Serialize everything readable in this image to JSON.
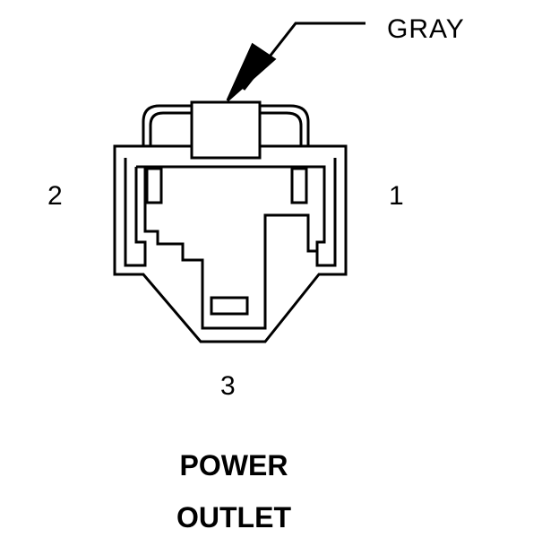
{
  "wire_color_label": "GRAY",
  "pins": {
    "pin1": "1",
    "pin2": "2",
    "pin3": "3"
  },
  "title": {
    "line1": "POWER",
    "line2": "OUTLET"
  }
}
